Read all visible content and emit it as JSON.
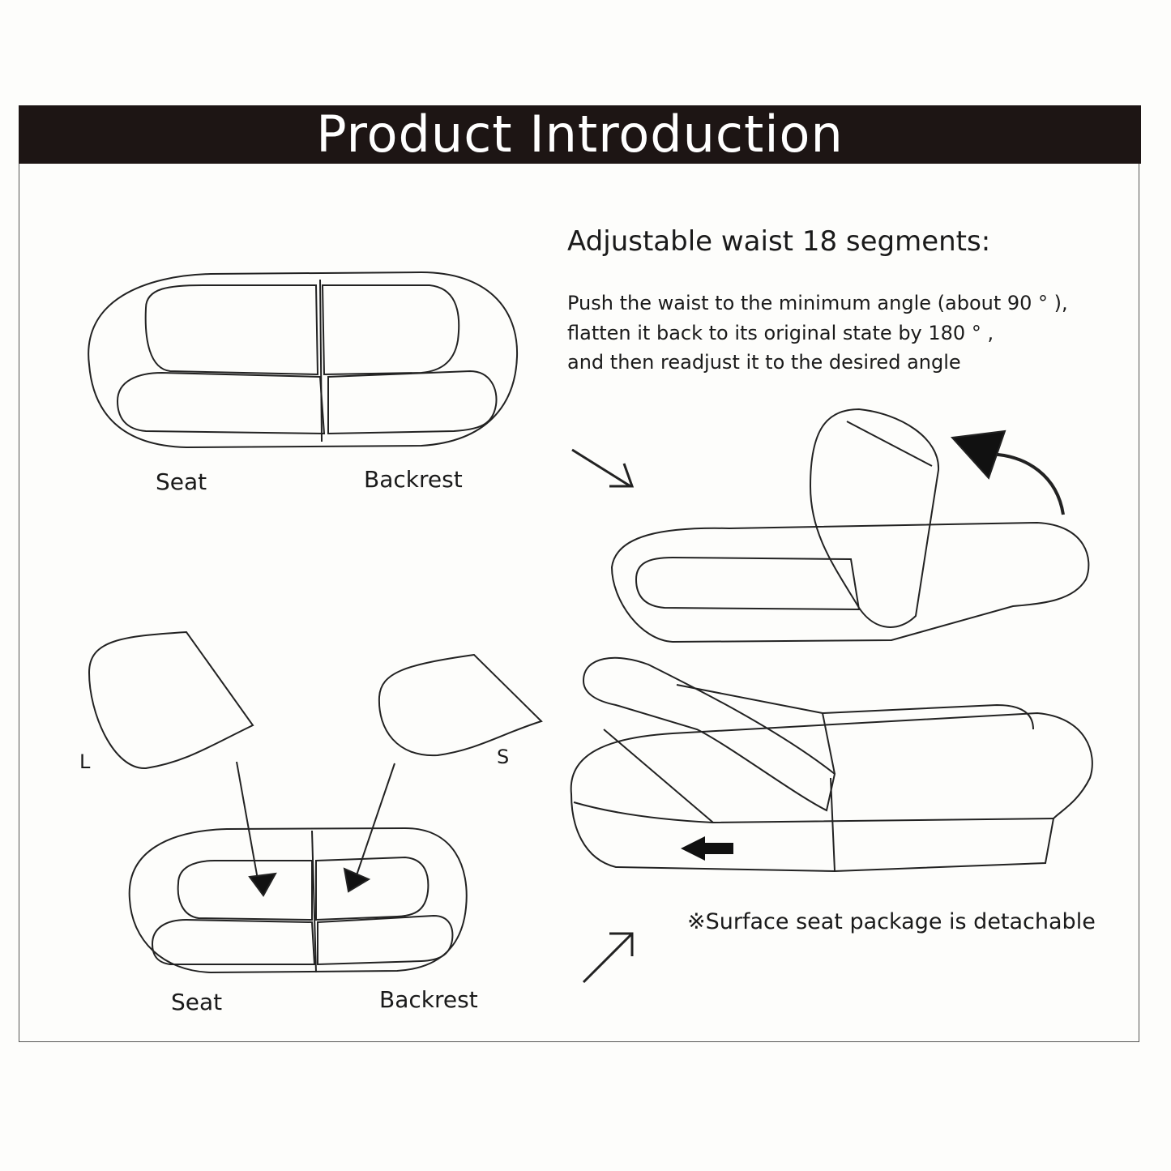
{
  "title": "Product Introduction",
  "heading": "Adjustable waist 18 segments:",
  "description": [
    "Push the waist to the minimum angle (about 90 ° ),",
    " flatten it back to its original state by 180 ° ,",
    "and then readjust it to the desired angle"
  ],
  "labels": {
    "top_seat": "Seat",
    "top_backrest": "Backrest",
    "cushion_l": "L",
    "cushion_s": "S",
    "bottom_seat": "Seat",
    "bottom_backrest": "Backrest"
  },
  "note": "※Surface seat package is detachable",
  "colors": {
    "banner": "#1d1514",
    "line": "#222222"
  }
}
